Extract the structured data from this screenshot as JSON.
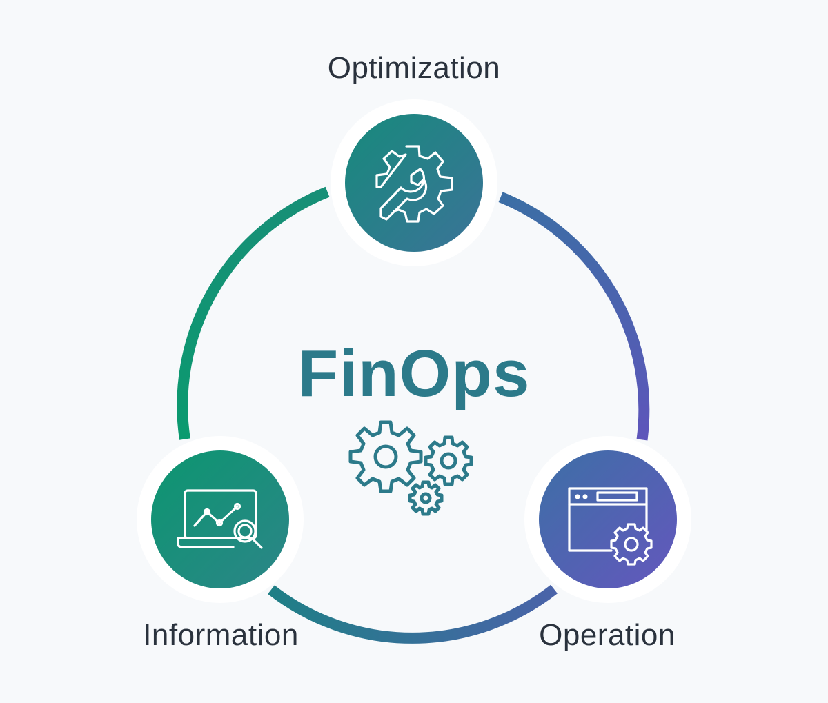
{
  "diagram": {
    "center": {
      "title": "FinOps",
      "icon": "gears-icon"
    },
    "nodes": [
      {
        "label": "Optimization",
        "icon": "gear-wrench-icon"
      },
      {
        "label": "Information",
        "icon": "laptop-chart-search-icon"
      },
      {
        "label": "Operation",
        "icon": "browser-window-gear-icon"
      }
    ]
  },
  "colors": {
    "background": "#f7f9fb",
    "teal_green": "#0f9873",
    "teal_blue": "#2d7a91",
    "indigo": "#5d5ab9",
    "title": "#2c7a8a",
    "label_text": "#2a323d",
    "icon_stroke": "#ffffff"
  }
}
